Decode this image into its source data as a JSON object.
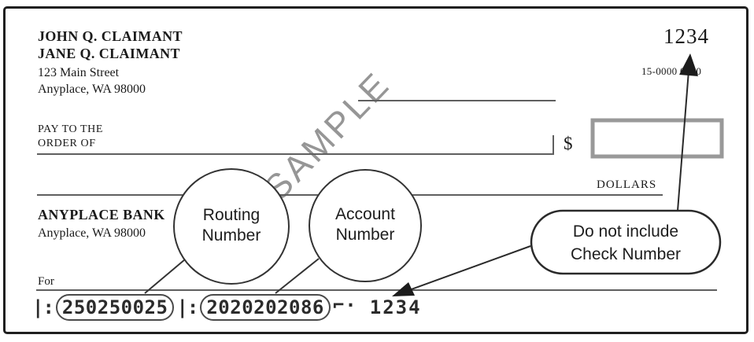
{
  "payer_block": {
    "name_line1": "JOHN Q. CLAIMANT",
    "name_line2": "JANE Q. CLAIMANT",
    "address_line1": "123 Main Street",
    "address_line2": "Anyplace, WA 98000"
  },
  "check_number": "1234",
  "fraction_code": "15-0000 0000",
  "pay_to": {
    "line1": "PAY TO THE",
    "line2": "ORDER OF"
  },
  "amount": {
    "dollar_sign": "$",
    "dollars_label": "DOLLARS"
  },
  "bank_block": {
    "name": "ANYPLACE BANK",
    "address": "Anyplace, WA 98000"
  },
  "memo_label": "For",
  "watermark": "SAMPLE",
  "micr": {
    "transit_symbol_1": "|:",
    "routing_number": "250250025",
    "transit_symbol_2": "|:",
    "account_number": "2020202086",
    "on_us_symbol": "⌐·",
    "check_number": "1234"
  },
  "callouts": {
    "routing": {
      "line1": "Routing",
      "line2": "Number"
    },
    "account": {
      "line1": "Account",
      "line2": "Number"
    },
    "note": {
      "line1": "Do not include",
      "line2": "Check Number"
    }
  },
  "colors": {
    "ink": "#1a1a1a",
    "rule_line": "#5f5f5f",
    "watermark_gray": "#969696",
    "amount_box_border": "#999999",
    "callout_stroke": "#333333"
  }
}
